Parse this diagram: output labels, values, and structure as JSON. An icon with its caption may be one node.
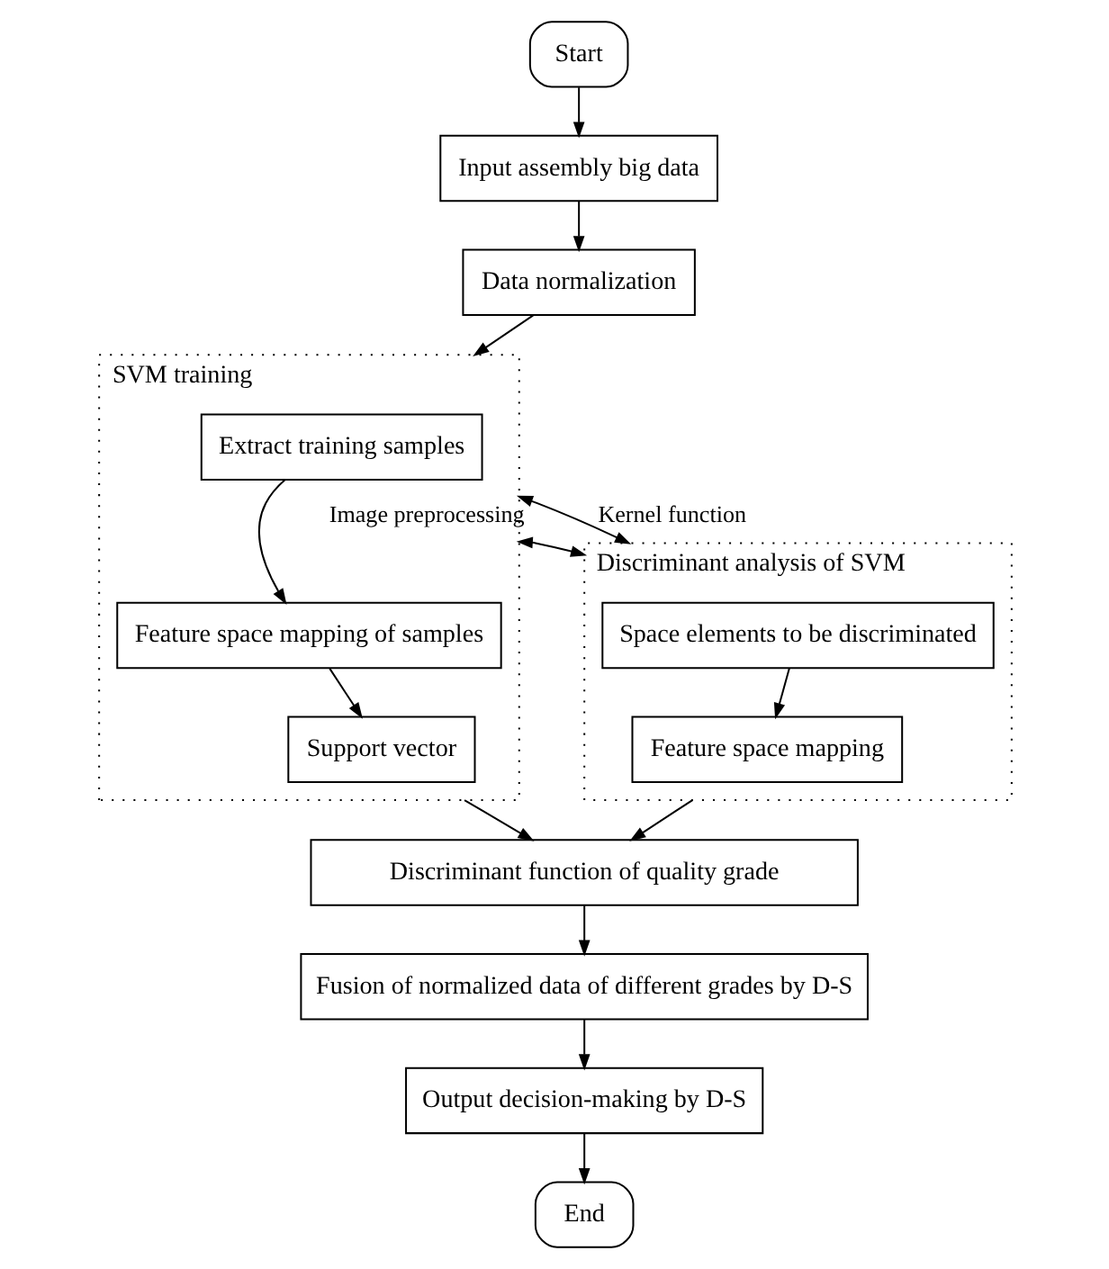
{
  "diagram": {
    "nodes": [
      {
        "text": [
          "Start"
        ]
      },
      {
        "text": [
          "Input assembly big data"
        ]
      },
      {
        "text": [
          "Data normalization"
        ]
      },
      {
        "text": [
          "SVM training"
        ]
      },
      {
        "text": [
          "Extract training samples"
        ],
        "in": 3
      },
      {
        "text": [
          "Feature space mapping of samples"
        ],
        "in": 3
      },
      {
        "text": [
          "Support vector"
        ],
        "in": 3
      },
      {
        "text": [
          "Discriminant analysis of SVM"
        ]
      },
      {
        "text": [
          "Space elements to be discriminated"
        ],
        "in": 7
      },
      {
        "text": [
          "Feature space mapping"
        ],
        "in": 7
      },
      {
        "text": [
          "Discriminant function of quality grade"
        ]
      },
      {
        "text": [
          "Fusion of normalized data of different grades by D-S"
        ]
      },
      {
        "text": [
          "Output decision-making by D-S"
        ]
      },
      {
        "text": [
          "End"
        ]
      }
    ],
    "edges": [
      {
        "from": 0,
        "to": 1,
        "arrow": "to"
      },
      {
        "from": 1,
        "to": 2,
        "arrow": "to"
      },
      {
        "from": 2,
        "to": 3,
        "arrow": "to"
      },
      {
        "from": 3,
        "to": 7,
        "arrow": "both",
        "label": "Image preprocessing"
      },
      {
        "from": 4,
        "to": 5,
        "arrow": "to"
      },
      {
        "from": 5,
        "to": 6,
        "arrow": "to"
      },
      {
        "from": 3,
        "to": 7,
        "arrow": "both",
        "label": "Kernel function"
      },
      {
        "from": 8,
        "to": 9,
        "arrow": "to"
      },
      {
        "from": 3,
        "to": 10,
        "arrow": "to"
      },
      {
        "from": 7,
        "to": 10,
        "arrow": "to"
      },
      {
        "from": 10,
        "to": 11,
        "arrow": "to"
      },
      {
        "from": 11,
        "to": 12,
        "arrow": "to"
      },
      {
        "from": 12,
        "to": 13,
        "arrow": "to"
      }
    ]
  }
}
